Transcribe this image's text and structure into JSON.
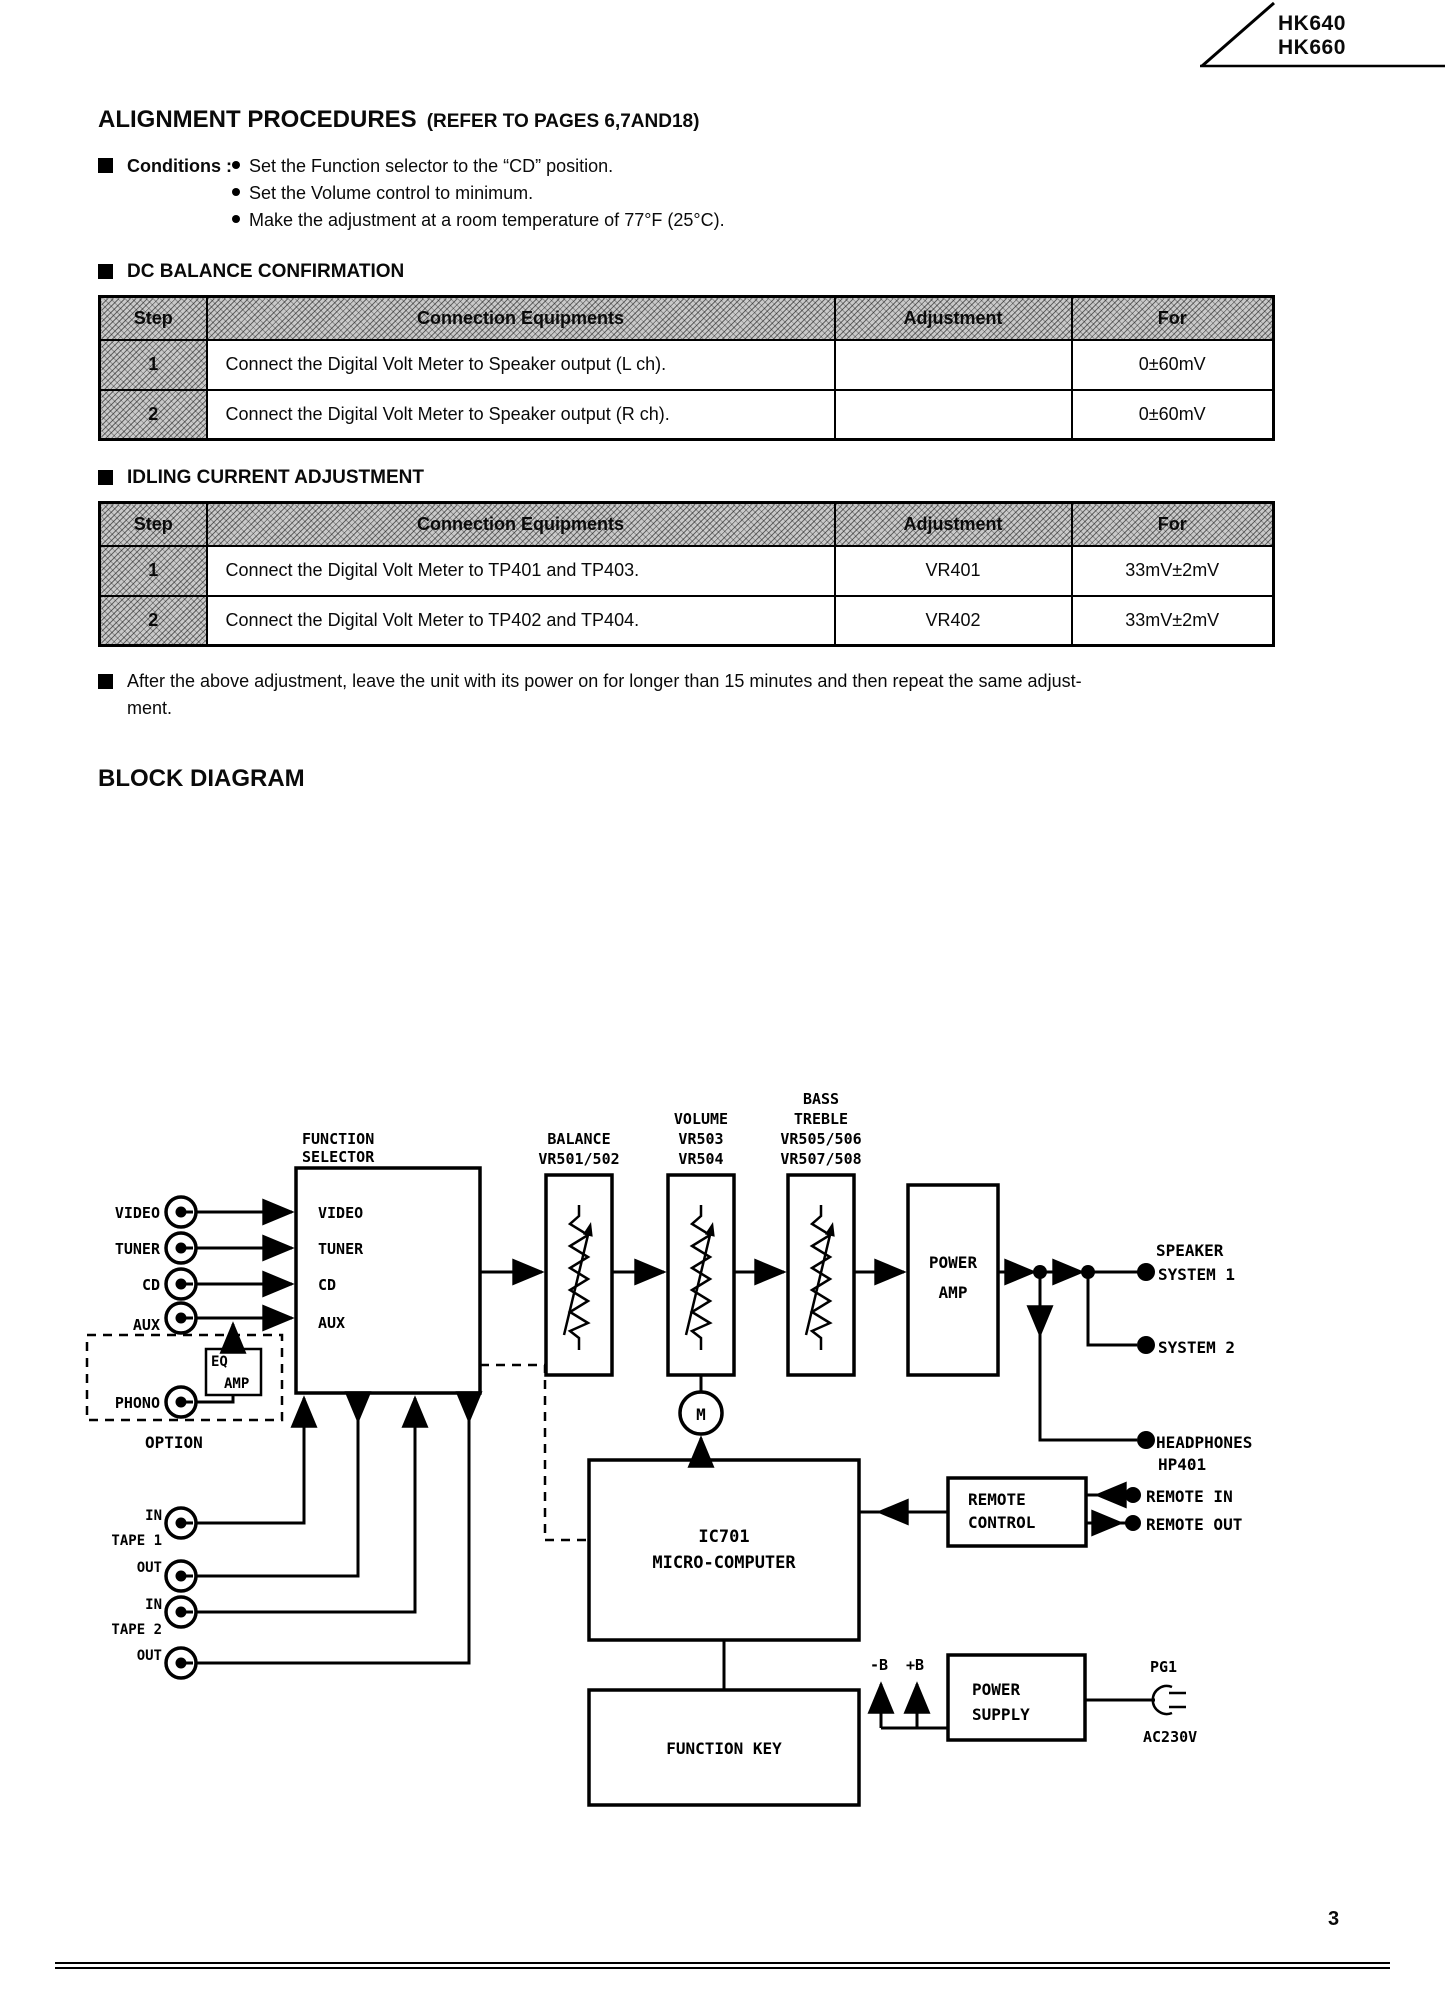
{
  "header": {
    "model_line1": "HK640",
    "model_line2": "HK660"
  },
  "page": {
    "title": "ALIGNMENT PROCEDURES",
    "title_ref": "(REFER TO PAGES 6,7AND18)"
  },
  "conditions": {
    "label": "Conditions :",
    "items": [
      "Set the Function selector to the “CD” position.",
      "Set the Volume control to minimum.",
      "Make the adjustment at a room temperature of 77°F (25°C)."
    ]
  },
  "sections": [
    {
      "heading": "DC BALANCE CONFIRMATION",
      "columns": [
        "Step",
        "Connection Equipments",
        "Adjustment",
        "For"
      ],
      "rows": [
        {
          "step": "1",
          "connection": "Connect the Digital Volt Meter to Speaker output (L ch).",
          "adjustment": "",
          "for": "0±60mV"
        },
        {
          "step": "2",
          "connection": "Connect the Digital Volt Meter to Speaker output (R ch).",
          "adjustment": "",
          "for": "0±60mV"
        }
      ]
    },
    {
      "heading": "IDLING CURRENT ADJUSTMENT",
      "columns": [
        "Step",
        "Connection Equipments",
        "Adjustment",
        "For"
      ],
      "rows": [
        {
          "step": "1",
          "connection": "Connect the Digital Volt Meter to TP401 and TP403.",
          "adjustment": "VR401",
          "for": "33mV±2mV"
        },
        {
          "step": "2",
          "connection": "Connect the Digital Volt Meter to TP402 and TP404.",
          "adjustment": "VR402",
          "for": "33mV±2mV"
        }
      ]
    }
  ],
  "note": {
    "line1": "After the above adjustment, leave the unit with its power on for longer than 15 minutes and then repeat the same adjust-",
    "line2": "ment."
  },
  "diagram": {
    "title": "BLOCK DIAGRAM",
    "function_selector": {
      "line1": "FUNCTION",
      "line2": "SELECTOR",
      "inputs": [
        "VIDEO",
        "TUNER",
        "CD",
        "AUX"
      ]
    },
    "jacks": {
      "video": "VIDEO",
      "tuner": "TUNER",
      "cd": "CD",
      "aux": "AUX",
      "phono": "PHONO"
    },
    "option": {
      "label": "OPTION",
      "eq_line1": "EQ",
      "eq_line2": "AMP"
    },
    "balance": {
      "line1": "BALANCE",
      "line2": "VR501/502"
    },
    "volume": {
      "line1": "VOLUME",
      "line2": "VR503",
      "line3": "VR504"
    },
    "bass": {
      "line1": "BASS",
      "line2": "TREBLE",
      "line3": "VR505/506",
      "line4": "VR507/508"
    },
    "power_amp": {
      "line1": "POWER",
      "line2": "AMP"
    },
    "speaker": {
      "label": "SPEAKER",
      "system1": "SYSTEM 1",
      "system2": "SYSTEM 2"
    },
    "headphones": {
      "line1": "HEADPHONES",
      "line2": "HP401"
    },
    "motor": "M",
    "micro": {
      "line1": "IC701",
      "line2": "MICRO-COMPUTER"
    },
    "remote": {
      "box_line1": "REMOTE",
      "box_line2": "CONTROL",
      "in_label": "REMOTE IN",
      "out_label": "REMOTE OUT"
    },
    "function_key": "FUNCTION KEY",
    "power_supply": {
      "line1": "POWER",
      "line2": "SUPPLY",
      "minus": "-B",
      "plus": "+B",
      "pg": "PG1",
      "ac": "AC230V"
    },
    "tape": {
      "in_label": "IN",
      "out_label": "OUT",
      "in2_label": "IN",
      "out2_label": "OUT",
      "tape1": "TAPE 1",
      "tape2": "TAPE 2"
    }
  },
  "icons": {
    "section_marker": "filled-square",
    "list_bullet": "filled-circle"
  },
  "footer": {
    "page_number": "3"
  }
}
